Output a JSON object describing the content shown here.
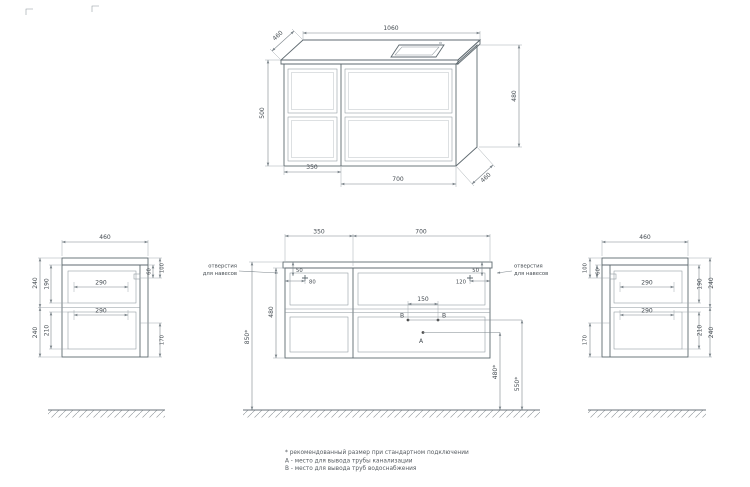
{
  "perspective_view": {
    "depth_top": "460",
    "length": "1060",
    "height": "500",
    "left_section_width": "350",
    "right_section_width": "700",
    "body_height": "480",
    "depth_bottom": "460"
  },
  "left_side_view": {
    "width": "460",
    "top_outer": "240",
    "top_inner": "190",
    "upper_drawer_depth": "290",
    "lower_drawer_depth": "290",
    "bottom_outer": "240",
    "bottom_inner": "210",
    "right_top": "100",
    "right_gap": "60",
    "right_bottom": "170"
  },
  "front_view": {
    "left_section_width": "350",
    "right_section_width": "700",
    "hole_top_offset_left": "50",
    "hole_top_offset_right": "50",
    "hole_side_offset_left": "80",
    "hole_side_offset_right": "120",
    "body_height": "480",
    "floor_to_top": "850*",
    "outlet_spacing": "150",
    "point_b_left": "B",
    "point_b_right": "B",
    "point_a": "A",
    "drain_height": "480*",
    "supply_height": "550*",
    "callout_left_line1": "отверстия",
    "callout_left_line2": "для навесов",
    "callout_right_line1": "отверстия",
    "callout_right_line2": "для навесов"
  },
  "right_side_view": {
    "width": "460",
    "left_top": "100",
    "left_gap": "60",
    "left_bottom": "170",
    "top_outer": "240",
    "top_inner": "190",
    "upper_drawer_depth": "290",
    "lower_drawer_depth": "290",
    "bottom_outer": "240",
    "bottom_inner": "210"
  },
  "notes": {
    "footnote": "* рекомендованный размер при стандартном подключении",
    "note_a": "A - место для вывода трубы канализации",
    "note_b": "B - место для вывода труб водоснабжения"
  }
}
